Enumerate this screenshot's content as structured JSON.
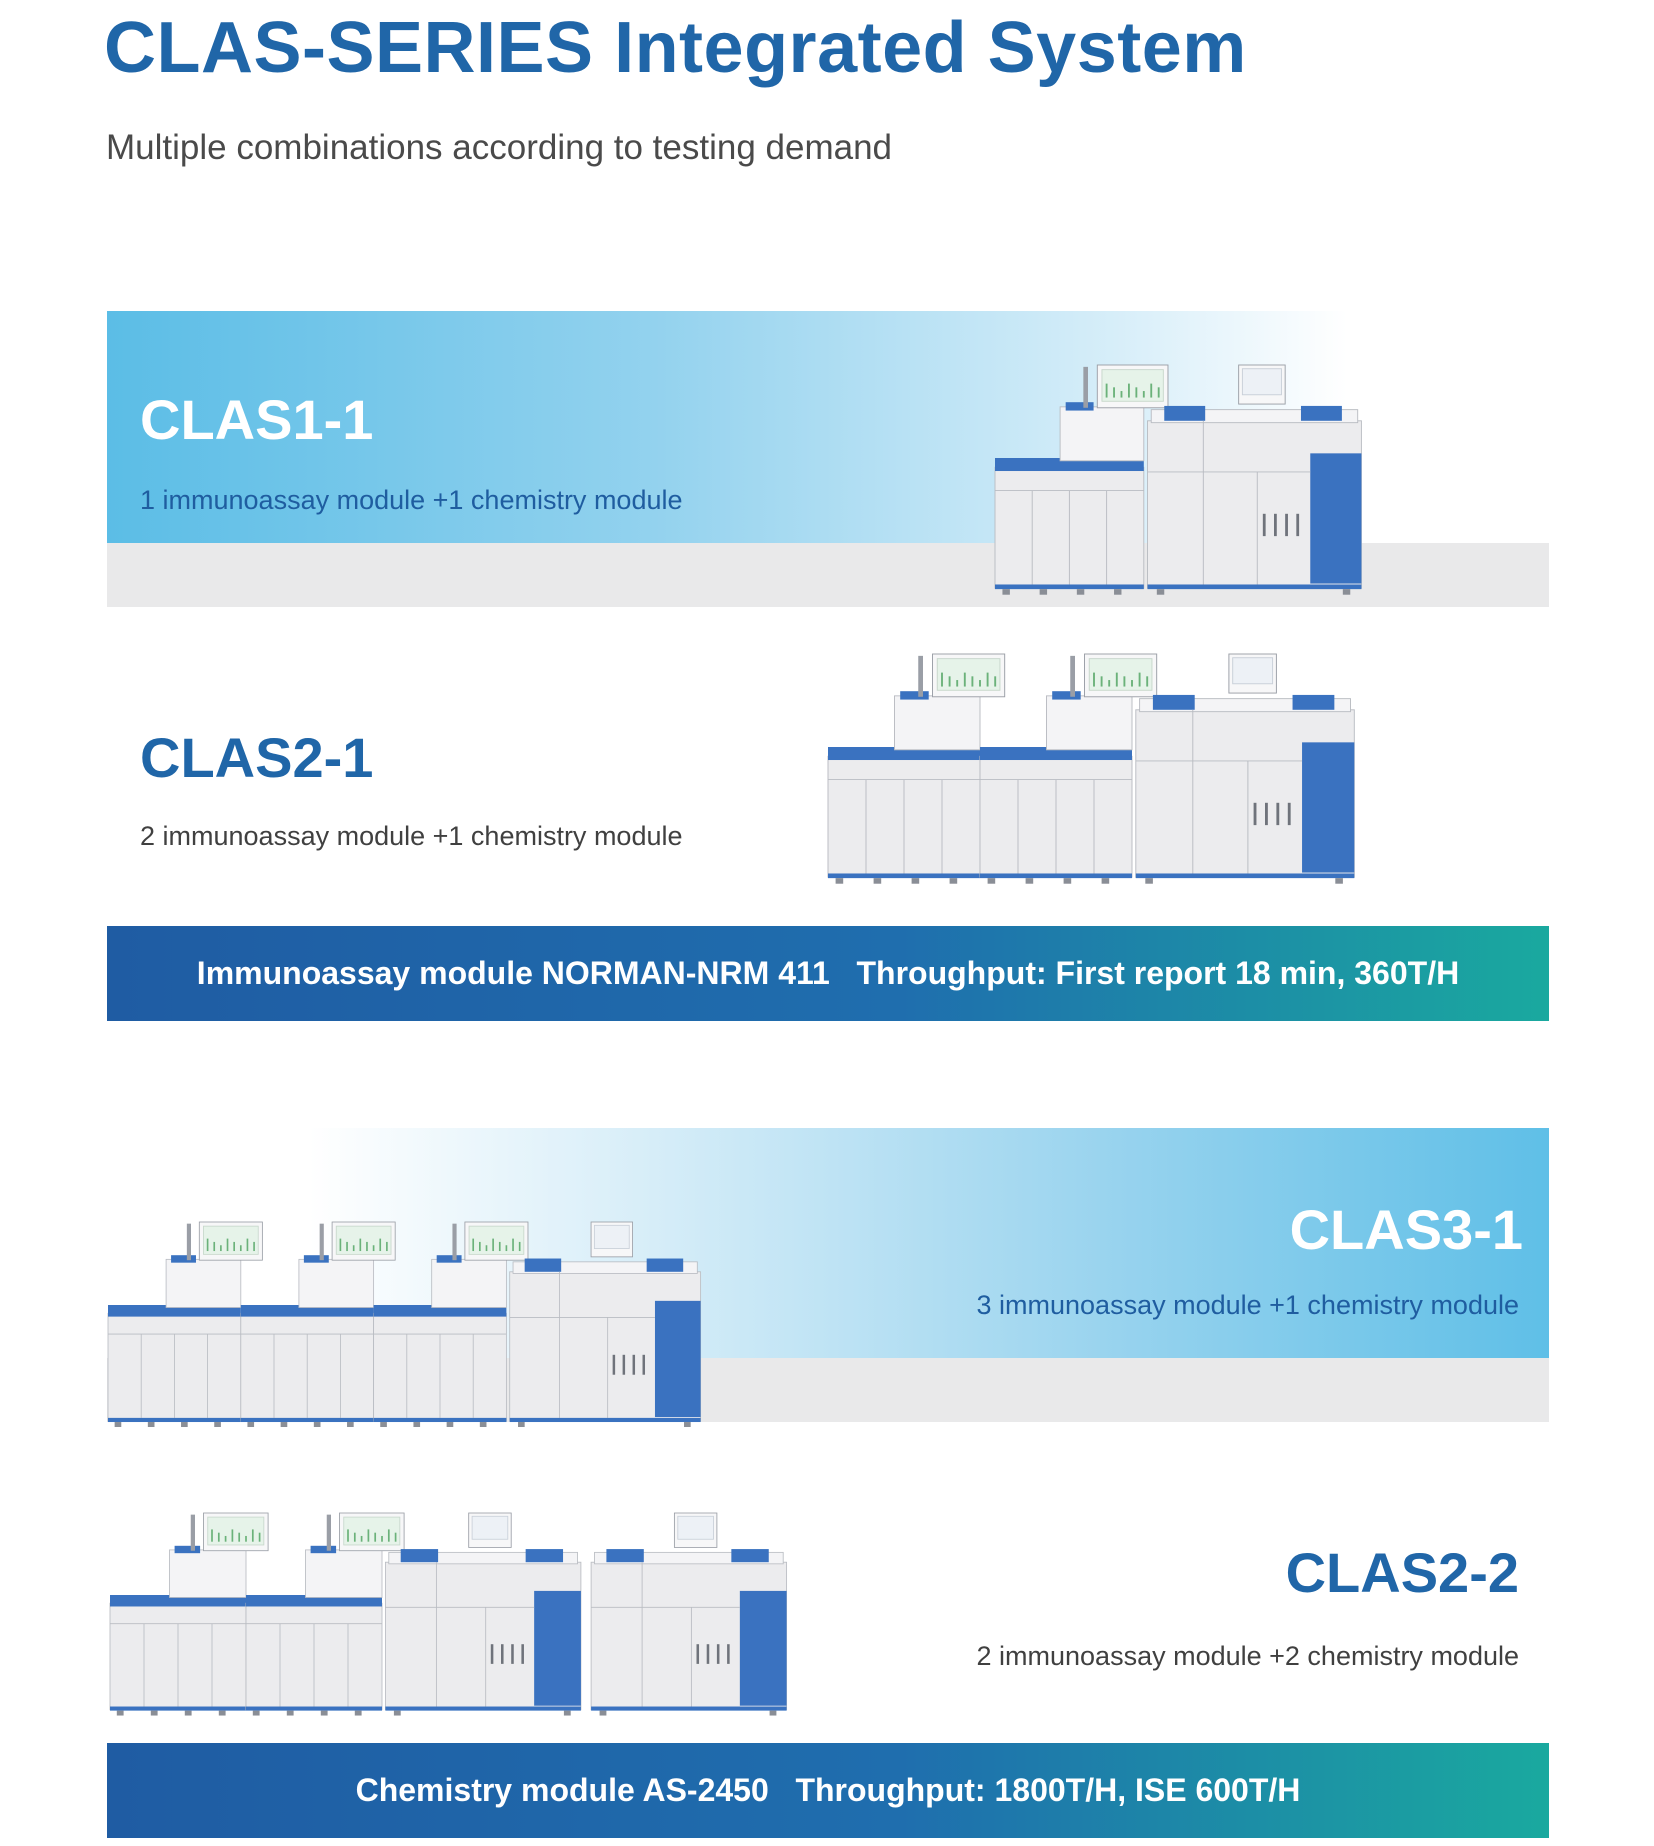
{
  "header": {
    "title": "CLAS-SERIES Integrated System",
    "subtitle": "Multiple combinations according to testing demand"
  },
  "models": [
    {
      "name": "CLAS1-1",
      "description": "1 immunoassay module +1 chemistry module",
      "immunoassay_modules": 1,
      "chemistry_modules": 1
    },
    {
      "name": "CLAS2-1",
      "description": "2 immunoassay module +1 chemistry module",
      "immunoassay_modules": 2,
      "chemistry_modules": 1
    },
    {
      "name": "CLAS3-1",
      "description": "3 immunoassay module +1 chemistry module",
      "immunoassay_modules": 3,
      "chemistry_modules": 1
    },
    {
      "name": "CLAS2-2",
      "description": "2 immunoassay module +2 chemistry module",
      "immunoassay_modules": 2,
      "chemistry_modules": 2
    }
  ],
  "specs": {
    "immunoassay": {
      "module": "Immunoassay module NORMAN-NRM 411",
      "throughput": "Throughput: First report 18 min, 360T/H"
    },
    "chemistry": {
      "module": "Chemistry module AS-2450",
      "throughput": "Throughput: 1800T/H, ISE 600T/H"
    }
  },
  "colors": {
    "title_blue": "#2066a8",
    "sky_blue": "#5bbde6",
    "bar_start": "#1f5ca3",
    "bar_end": "#1aa99f",
    "machine_blue": "#3a72c0",
    "machine_body": "#ececee"
  }
}
